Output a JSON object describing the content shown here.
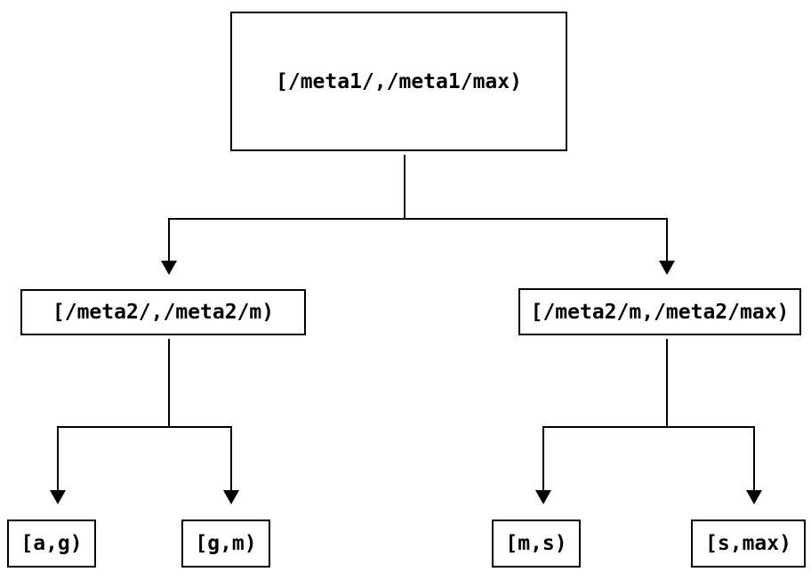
{
  "diagram": {
    "type": "tree",
    "nodes": [
      {
        "id": "root",
        "level": 1,
        "label": "[/meta1/,/meta1/max)"
      },
      {
        "id": "meta2-left",
        "level": 2,
        "label": "[/meta2/,/meta2/m)"
      },
      {
        "id": "meta2-right",
        "level": 2,
        "label": "[/meta2/m,/meta2/max)"
      },
      {
        "id": "leaf-a-g",
        "level": 3,
        "label": "[a,g)"
      },
      {
        "id": "leaf-g-m",
        "level": 3,
        "label": "[g,m)"
      },
      {
        "id": "leaf-m-s",
        "level": 3,
        "label": "[m,s)"
      },
      {
        "id": "leaf-s-max",
        "level": 3,
        "label": "[s,max)"
      }
    ],
    "edges": [
      {
        "from": "root",
        "to": "meta2-left"
      },
      {
        "from": "root",
        "to": "meta2-right"
      },
      {
        "from": "meta2-left",
        "to": "leaf-a-g"
      },
      {
        "from": "meta2-left",
        "to": "leaf-g-m"
      },
      {
        "from": "meta2-right",
        "to": "leaf-m-s"
      },
      {
        "from": "meta2-right",
        "to": "leaf-s-max"
      }
    ],
    "colors": {
      "background": "#ffffff",
      "line": "#000000",
      "box_border": "#000000",
      "text": "#000000"
    }
  }
}
